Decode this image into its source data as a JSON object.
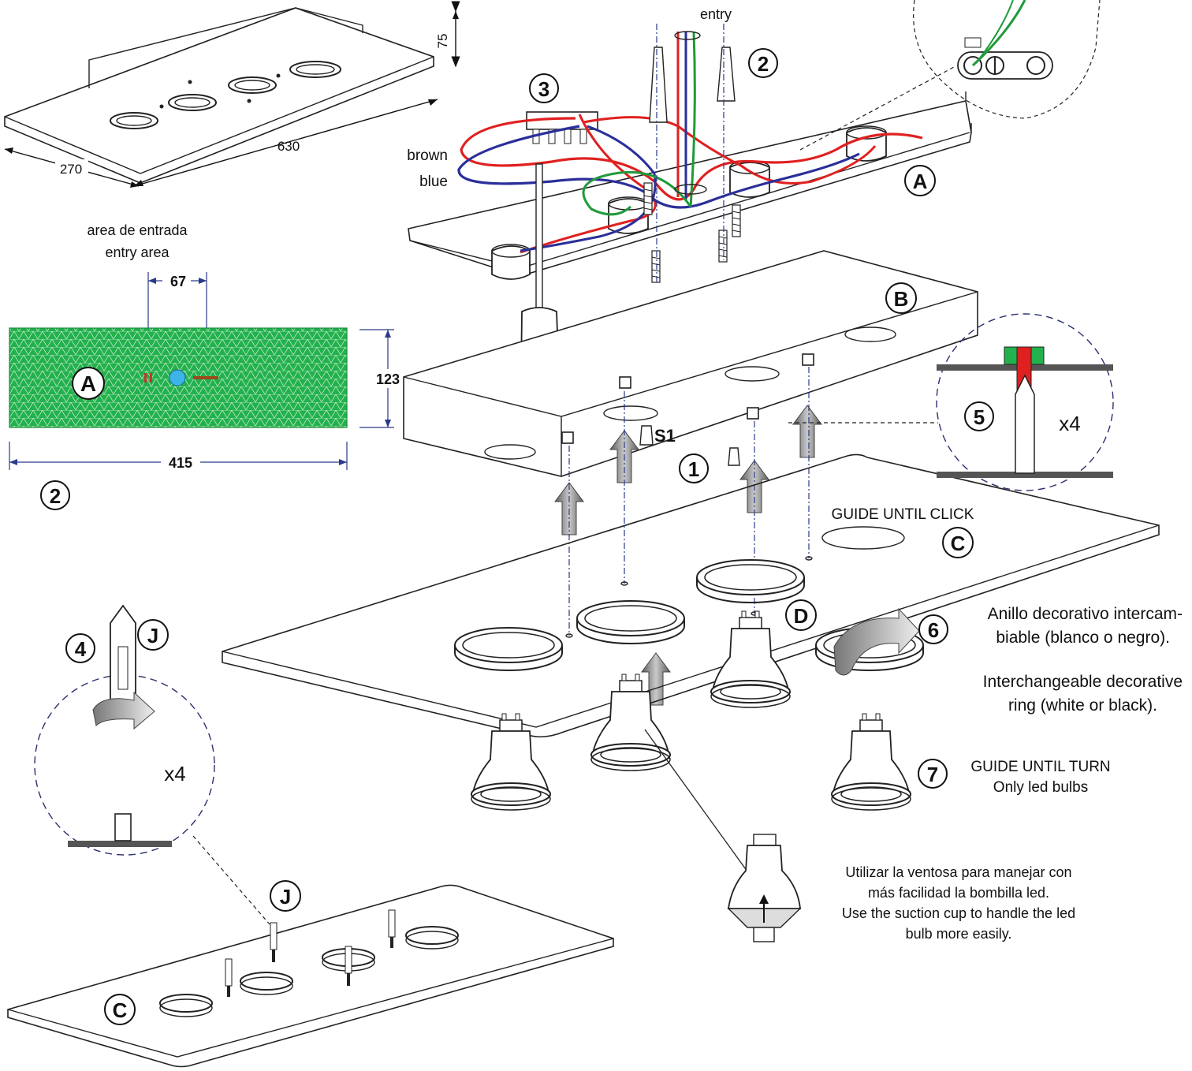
{
  "colors": {
    "accent_navy": "#2b3a8a",
    "mesh_green": "#22b14c",
    "wire_brown_red": "#e02020",
    "wire_blue": "#2a2f9a",
    "wire_green": "#1f9a3a",
    "arrow_grey": "#8a8a8a"
  },
  "dimensions": {
    "height": "75",
    "length": "630",
    "width": "270",
    "entry_offset": "67",
    "entry_height": "123",
    "entry_width": "415"
  },
  "labels": {
    "entry": "entry",
    "area_es": "area de entrada",
    "area_en": "entry area",
    "brown": "brown",
    "blue": "blue",
    "s1": "S1",
    "x4": "x4",
    "guide_click": "GUIDE UNTIL CLICK",
    "guide_turn": "GUIDE UNTIL TURN",
    "only_led": "Only led bulbs",
    "ring_es_1": "Anillo decorativo intercam-",
    "ring_es_2": "biable (blanco o negro).",
    "ring_en_1": "Interchangeable decorative",
    "ring_en_2": "ring (white or black).",
    "suction_es_1": "Utilizar la ventosa para manejar con",
    "suction_es_2": "más facilidad la bombilla led.",
    "suction_en_1": "Use the suction cup to handle the led",
    "suction_en_2": "bulb more easily."
  },
  "markers": {
    "A": "A",
    "B": "B",
    "C": "C",
    "D": "D",
    "J": "J",
    "n1": "1",
    "n2": "2",
    "n3": "3",
    "n4": "4",
    "n5": "5",
    "n6": "6",
    "n7": "7"
  },
  "icons": [
    "screwdriver-icon",
    "rotate-arrow-icon",
    "up-arrow-icon",
    "led-bulb-icon",
    "suction-cup-icon",
    "terminal-block-icon"
  ]
}
